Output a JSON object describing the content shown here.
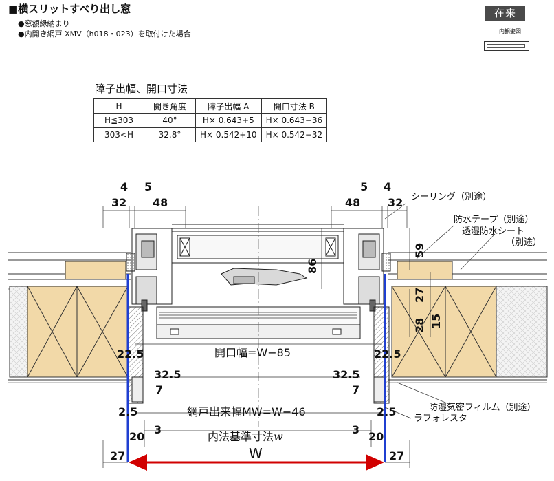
{
  "header": {
    "title": "■横スリットすべり出し窓",
    "bullets": [
      "●窓額縁納まり",
      "●内開き網戸 XMV（h018・023）を取付けた場合"
    ],
    "badge": "在来",
    "badge_caption": "内観姿図"
  },
  "table": {
    "title": "障子出幅、開口寸法",
    "headers": [
      "H",
      "開き角度",
      "障子出幅 A",
      "開口寸法 B"
    ],
    "rows": [
      [
        "H≦303",
        "40°",
        "H× 0.643+5",
        "H× 0.643−36"
      ],
      [
        "303<H",
        "32.8°",
        "H× 0.542+10",
        "H× 0.542−32"
      ]
    ]
  },
  "colors": {
    "wood": "#f2d9a8",
    "blue_line": "#1f3fd1",
    "red_arrow": "#d10000"
  },
  "diagram": {
    "labels": {
      "d4_l": "4",
      "d5_l": "5",
      "d32_l": "32",
      "d48_l": "48",
      "d5_r": "5",
      "d4_r": "4",
      "d48_r": "48",
      "d32_r": "32",
      "sealing": "シーリング（別途）",
      "tape": "防水テープ（別途）",
      "sheet_1": "透湿防水シート",
      "sheet_2": "（別途）",
      "d59": "59",
      "d86": "86",
      "d27_v": "27",
      "d28": "28",
      "d15": "15",
      "d22_5_l": "22.5",
      "d22_5_r": "22.5",
      "opening": "開口幅=W−85",
      "d32_5_l": "32.5",
      "d32_5_r": "32.5",
      "d7_l": "7",
      "d7_r": "7",
      "film": "防湿気密フィルム（別途）",
      "d2_5_l": "2.5",
      "d2_5_r": "2.5",
      "screen": "網戸出来幅MW=W−46",
      "laforesta": "ラフォレスタ",
      "d3_l": "3",
      "d3_r": "3",
      "d20_l": "20",
      "d20_r": "20",
      "inner_prefix": "内法基準寸法",
      "inner_w": "w",
      "d27_l": "27",
      "d27_r": "27",
      "W": "W"
    }
  }
}
